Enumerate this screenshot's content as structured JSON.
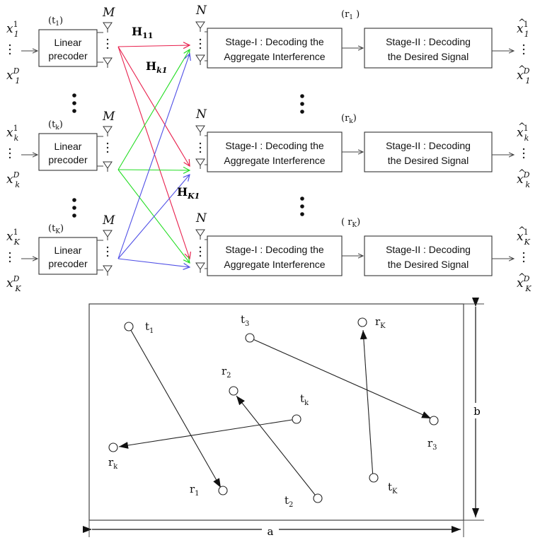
{
  "tx_blocks": [
    {
      "tag": "(t",
      "tag_sub": "1",
      "tag_close": ")",
      "label_l1": "Linear",
      "label_l2": "precoder",
      "in_base": "x",
      "in_sub": "1",
      "ant_label": "M"
    },
    {
      "tag": "(t",
      "tag_sub": "k",
      "tag_close": ")",
      "label_l1": "Linear",
      "label_l2": "precoder",
      "in_base": "x",
      "in_sub": "k",
      "ant_label": "M"
    },
    {
      "tag": "(t",
      "tag_sub": "K",
      "tag_close": ")",
      "label_l1": "Linear",
      "label_l2": "precoder",
      "in_base": "x",
      "in_sub": "K",
      "ant_label": "M"
    }
  ],
  "rx_blocks": [
    {
      "tag": "(r",
      "tag_sub": "1",
      "tag_close": " )",
      "stage1_l1": "Stage-I : Decoding the",
      "stage1_l2": "Aggregate Interference",
      "stage2_l1": "Stage-II : Decoding",
      "stage2_l2": "the Desired Signal",
      "out_base": "x",
      "out_sub": "1",
      "ant_label": "N"
    },
    {
      "tag": "(r",
      "tag_sub": "k",
      "tag_close": ")",
      "stage1_l1": "Stage-I : Decoding the",
      "stage1_l2": "Aggregate Interference",
      "stage2_l1": "Stage-II : Decoding",
      "stage2_l2": "the Desired Signal",
      "out_base": "x",
      "out_sub": "k",
      "ant_label": "N"
    },
    {
      "tag": "( r",
      "tag_sub": "K",
      "tag_close": ")",
      "stage1_l1": "Stage-I : Decoding the",
      "stage1_l2": "Aggregate Interference",
      "stage2_l1": "Stage-II : Decoding",
      "stage2_l2": "the Desired Signal",
      "out_base": "x",
      "out_sub": "K",
      "ant_label": "N"
    }
  ],
  "sup_first": "1",
  "sup_last": "D",
  "channels": [
    {
      "base": "H",
      "sub": "11",
      "color": "#e8204d"
    },
    {
      "base": "H",
      "sub": "k1",
      "color": "#3f4fe0"
    },
    {
      "base": "H",
      "sub": "K1",
      "color": "#22cc22"
    }
  ],
  "colors": {
    "tx1": "#e8204d",
    "txk": "#22dd22",
    "txK": "#4f4fe6",
    "ink": "#222222"
  },
  "layout_panel": {
    "nodes": [
      {
        "name": "t",
        "sub": "1"
      },
      {
        "name": "r",
        "sub": "1"
      },
      {
        "name": "t",
        "sub": "3"
      },
      {
        "name": "r",
        "sub": "3"
      },
      {
        "name": "r",
        "sub": "K"
      },
      {
        "name": "t",
        "sub": "K"
      },
      {
        "name": "r",
        "sub": "2"
      },
      {
        "name": "t",
        "sub": "2"
      },
      {
        "name": "t",
        "sub": "k"
      },
      {
        "name": "r",
        "sub": "k"
      }
    ],
    "width_label": "a",
    "height_label": "b"
  }
}
